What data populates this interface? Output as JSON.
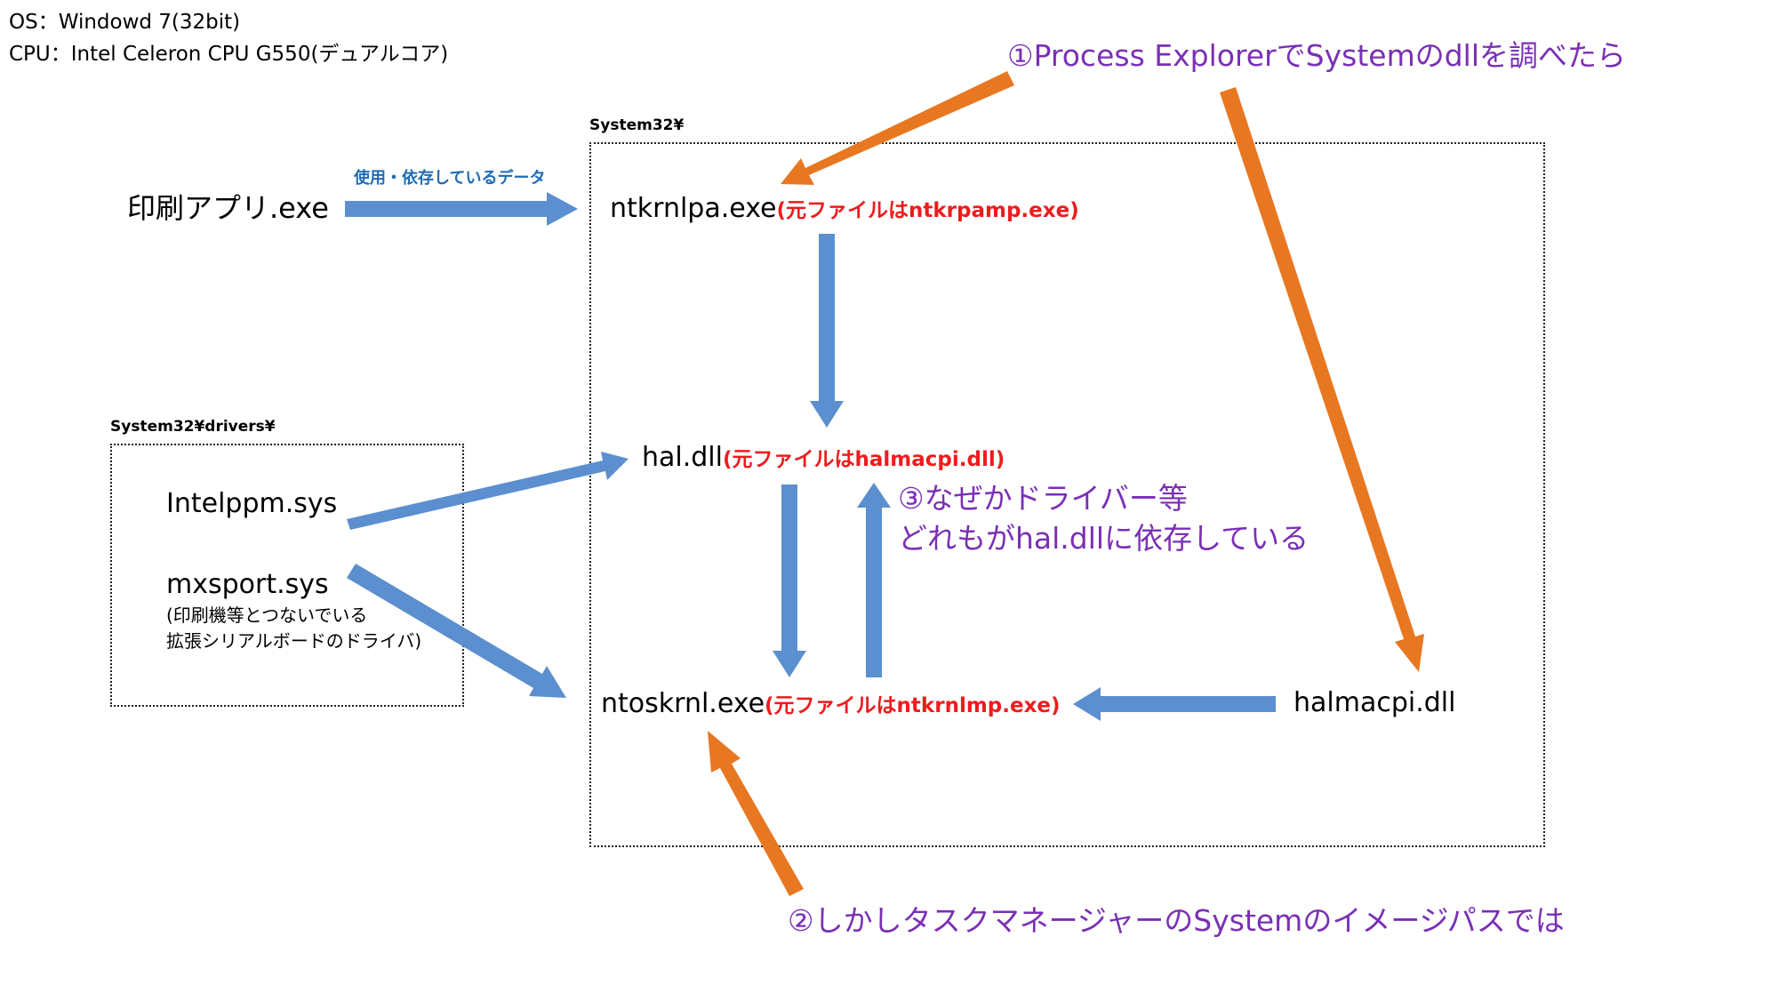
{
  "header": {
    "os_line": "OS：Windowd 7(32bit)",
    "cpu_line": "CPU：Intel Celeron CPU G550(デュアルコア)"
  },
  "boxes": {
    "system32_label": "System32¥",
    "drivers_label": "System32¥drivers¥"
  },
  "nodes": {
    "print_app": "印刷アプリ.exe",
    "ntkrnlpa": "ntkrnlpa.exe",
    "ntkrnlpa_note": "(元ファイルはntkrpamp.exe)",
    "hal": "hal.dll",
    "hal_note": "(元ファイルはhalmacpi.dll)",
    "ntoskrnl": "ntoskrnl.exe",
    "ntoskrnl_note": "(元ファイルはntkrnlmp.exe)",
    "halmacpi": "halmacpi.dll",
    "intelppm": "Intelppm.sys",
    "mxsport": "mxsport.sys",
    "mxsport_note_1": "(印刷機等とつないでいる",
    "mxsport_note_2": "拡張シリアルボードのドライバ)"
  },
  "edge_labels": {
    "uses": "使用・依存しているデータ"
  },
  "annotations": {
    "step1": "①Process ExplorerでSystemのdllを調べたら",
    "step2": "②しかしタスクマネージャーのSystemのイメージパスでは",
    "step3_line1": "③なぜかドライバー等",
    "step3_line2": "どれもがhal.dllに依存している"
  },
  "colors": {
    "dependency_arrow": "#5b8fcf",
    "annotation_arrow": "#e87722",
    "note_text": "#ee1c1c",
    "annotation_text": "#7a2fb5",
    "edge_label_text": "#1f6cb5"
  }
}
